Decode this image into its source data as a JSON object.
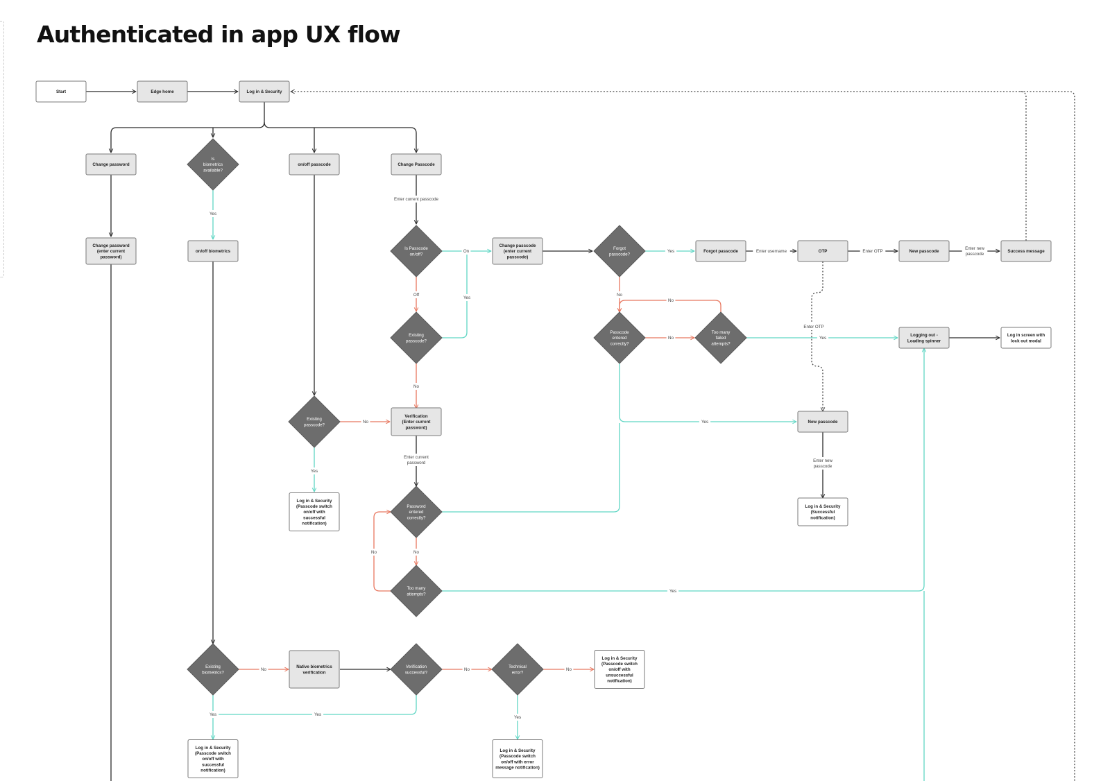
{
  "title": "Authenticated in app UX flow",
  "colors": {
    "default_edge": "#2b2b2b",
    "yes_edge": "#5fd6c4",
    "no_edge": "#e8775f",
    "dotted_edge": "#444444",
    "diamond_fill": "#6d6d6d",
    "box_fill": "#e6e6e6",
    "box_white_fill": "#ffffff"
  },
  "nodes": {
    "start": {
      "label": "Start"
    },
    "edge_home": {
      "label": "Edge home"
    },
    "login_security": {
      "label": "Log in & Security"
    },
    "change_password": {
      "label": "Change password"
    },
    "is_biometrics_available": {
      "label": "Is biometrics available?"
    },
    "onoff_passcode": {
      "label": "on/off passcode"
    },
    "change_passcode": {
      "label": "Change Passcode"
    },
    "change_password_enter": {
      "label": "Change password (enter current password)"
    },
    "onoff_biometrics": {
      "label": "on/off biometrics"
    },
    "is_passcode_onoff": {
      "label": "Is Passcode on/off?"
    },
    "change_passcode_enter": {
      "label": "Change passcode (enter current passcode)"
    },
    "forgot_passcode_q": {
      "label": "Forgot passcode?"
    },
    "forgot_passcode": {
      "label": "Forgot passcode"
    },
    "otp": {
      "label": "OTP"
    },
    "new_passcode_top": {
      "label": "New passcode"
    },
    "success_message": {
      "label": "Success message"
    },
    "existing_passcode_mid": {
      "label": "Existing passcode?"
    },
    "passcode_entered_correctly": {
      "label": "Passcode entered correctly?"
    },
    "too_many_failed": {
      "label": "Too many failed attempts?"
    },
    "logging_out": {
      "label": "Logging out - Loading spinner"
    },
    "login_lockout": {
      "label": "Log in screen with lock out modal"
    },
    "existing_passcode_left": {
      "label": "Existing passcode?"
    },
    "verification_box": {
      "label": "Verification (Enter current password)"
    },
    "new_passcode_mid": {
      "label": "New passcode"
    },
    "login_passcode_success": {
      "label": "Log in & Security (Passcode switch on/off with successful notification)"
    },
    "login_successful_notif": {
      "label": "Log in & Security (Successful notification)"
    },
    "password_entered_correctly": {
      "label": "Password entered correctly?"
    },
    "too_many_attempts": {
      "label": "Too many attempts?"
    },
    "existing_biometrics": {
      "label": "Existing biometrics?"
    },
    "native_biometrics": {
      "label": "Native biometrics verification"
    },
    "verification_successful": {
      "label": "Verification successful?"
    },
    "technical_error": {
      "label": "Technical error?"
    },
    "login_unsuccessful_notif": {
      "label": "Log in & Security (Passcode switch on/off with unsuccessful notification)"
    },
    "login_biometrics_success": {
      "label": "Log in & Security (Passcode switch on/off with successful notification)"
    },
    "login_error_notif": {
      "label": "Log in & Security (Passcode switch on/off with error message notification)"
    }
  },
  "edge_labels": {
    "yes": "Yes",
    "no": "No",
    "on": "On",
    "off": "Off",
    "enter_current_passcode": "Enter current passcode",
    "enter_username": "Enter username",
    "enter_otp": "Enter OTP",
    "enter_new_passcode": "Enter new passcode",
    "enter_current_password": "Enter current password"
  }
}
